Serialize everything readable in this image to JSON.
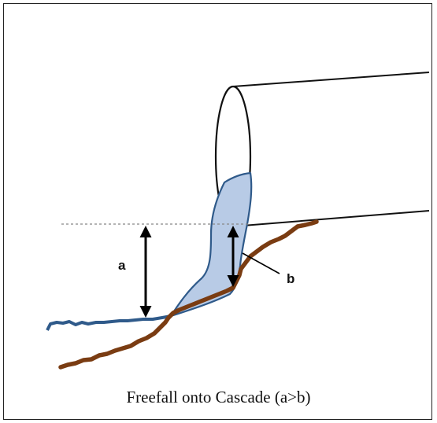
{
  "labels": {
    "a": "a",
    "b": "b"
  },
  "caption": "Freefall onto Cascade (a>b)",
  "colors": {
    "water_fill": "#b8cbe6",
    "water_stroke": "#2f5a8a",
    "stream": "#2f5a8a",
    "ground": "#7a3c12",
    "outline": "#111111"
  }
}
